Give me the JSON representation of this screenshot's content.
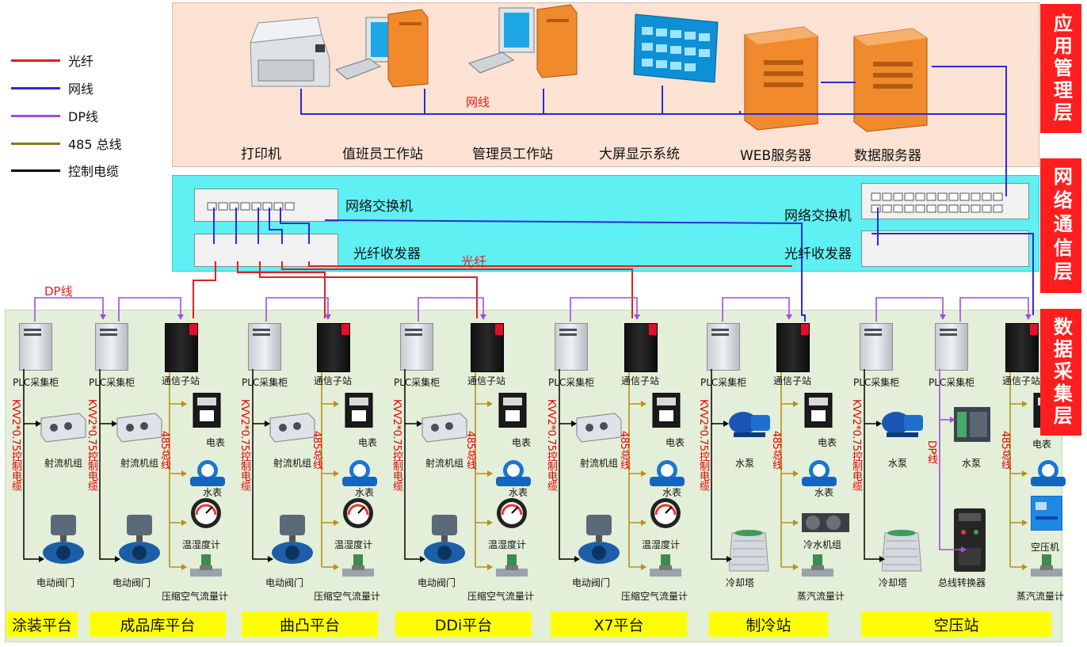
{
  "legend": [
    {
      "label": "光纤",
      "color": "#e02020"
    },
    {
      "label": "网线",
      "color": "#2b2bd6"
    },
    {
      "label": "DP线",
      "color": "#a04ddc"
    },
    {
      "label": "485 总线",
      "color": "#8a7a1a"
    },
    {
      "label": "控制电缆",
      "color": "#000000"
    }
  ],
  "layers": {
    "app": "应用管理层",
    "net": "网络通信层",
    "data": "数据采集层"
  },
  "app_devices": {
    "printer": "打印机",
    "duty_ws": "值班员工作站",
    "admin_ws": "管理员工作站",
    "big_screen": "大屏显示系统",
    "web_server": "WEB服务器",
    "data_server": "数据服务器"
  },
  "net_labels": {
    "ethernet": "网线",
    "fiber": "光纤",
    "dp": "DP线",
    "switch_left": "网络交换机",
    "transceiver_left": "光纤收发器",
    "switch_right": "网络交换机",
    "transceiver_right": "光纤收发器"
  },
  "cabinet_labels": {
    "plc": "PLC采集柜",
    "comm": "通信子站",
    "cable": "KVV2*0.75控制电缆",
    "bus485": "485总线",
    "dp_line": "DP线"
  },
  "field_labels": {
    "jet": "射流机组",
    "valve": "电动阀门",
    "meter": "电表",
    "water_meter": "水表",
    "thermo": "温湿度计",
    "airflow": "压缩空气流量计",
    "pump": "水泵",
    "cooling": "冷却塔",
    "chiller": "冷水机组",
    "steam": "蒸汽流量计",
    "compressor": "空压机",
    "bus_converter": "总线转换器"
  },
  "platforms": [
    "涂装平台",
    "成品库平台",
    "曲凸平台",
    "DDi平台",
    "X7平台",
    "制冷站",
    "空压站"
  ],
  "colors": {
    "fiber": "#e02020",
    "ethernet": "#2b2bd6",
    "dp": "#a04ddc",
    "bus485": "#b8901a",
    "control": "#000000",
    "layer_tag": "#ff1e1e",
    "platform": "#ffff00"
  }
}
